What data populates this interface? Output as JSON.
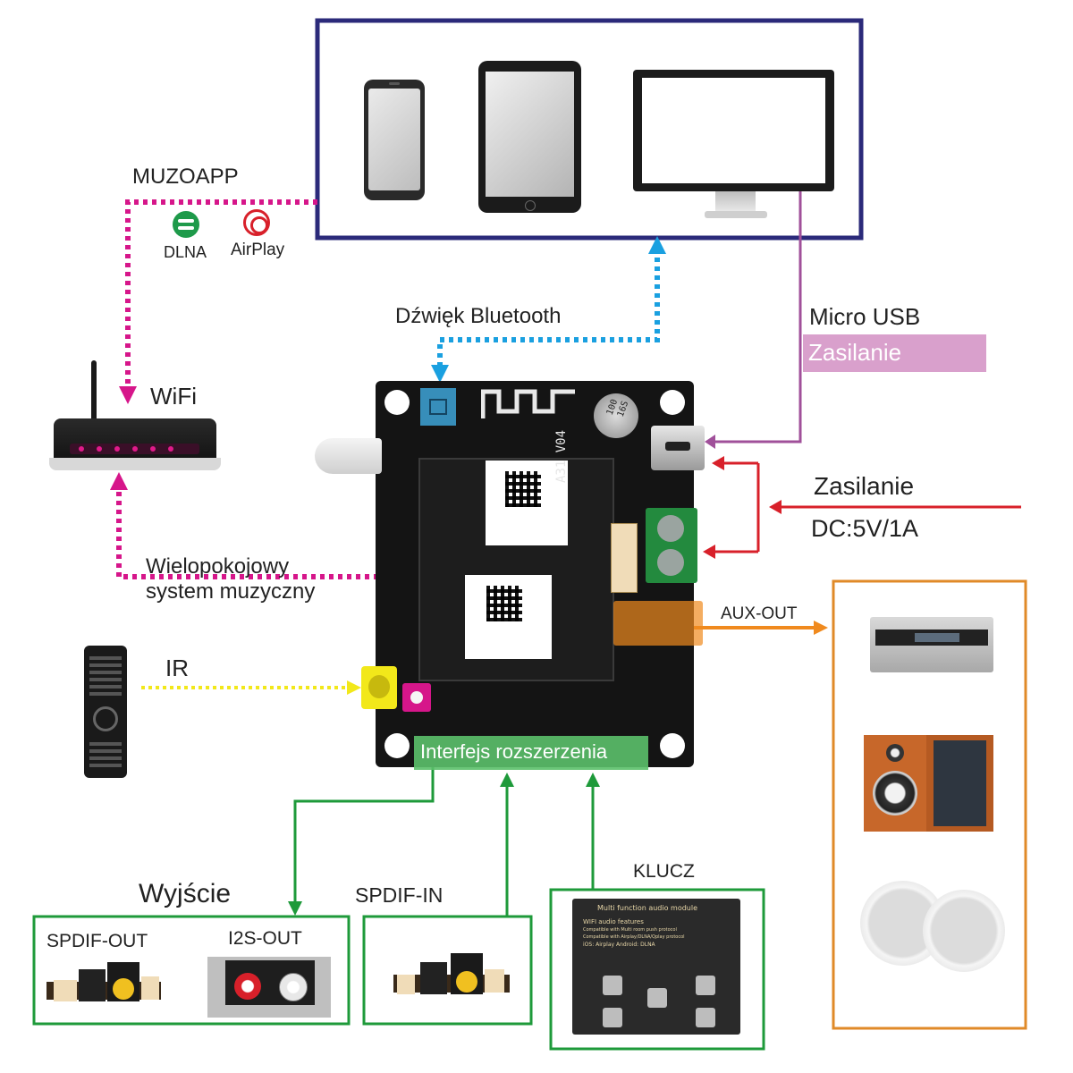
{
  "labels": {
    "muzoapp": "MUZOAPP",
    "dlna": "DLNA",
    "airplay": "AirPlay",
    "wifi": "WiFi",
    "bluetooth_sound": "Dźwięk Bluetooth",
    "micro_usb": "Micro USB",
    "power_usb": "Zasilanie",
    "power_dc": "Zasilanie",
    "dc_spec": "DC:5V/1A",
    "multiroom_1": "Wielopokojowy",
    "multiroom_2": "system muzyczny",
    "ir": "IR",
    "aux_out": "AUX-OUT",
    "expansion": "Interfejs rozszerzenia",
    "output": "Wyjście",
    "spdif_out": "SPDIF-OUT",
    "i2s_out": "I2S-OUT",
    "spdif_in": "SPDIF-IN",
    "key": "KLUCZ"
  },
  "board": {
    "module_text": "A31 V04",
    "cap_text_1": "100",
    "cap_text_2": "16S"
  },
  "key_module": {
    "title": "Multi function audio module",
    "line1": "WIFI audio features",
    "line2": "Compatible with Multi room push protocol",
    "line3": "Compatible with Airplay/DLNA/Qplay protocol",
    "line4": "iOS: Airplay   Android: DLNA"
  },
  "colors": {
    "device_frame": "#2b2a7a",
    "wifi_line": "#d6168a",
    "bluetooth_line": "#1aa0e0",
    "usb_line": "#a0509a",
    "power_line": "#d8202a",
    "ir_line": "#f2e81a",
    "aux_line": "#f08a1e",
    "expansion_line": "#1e9a3a",
    "speaker_frame": "#e08a28",
    "power_label_bg": "#d9a0cc"
  }
}
